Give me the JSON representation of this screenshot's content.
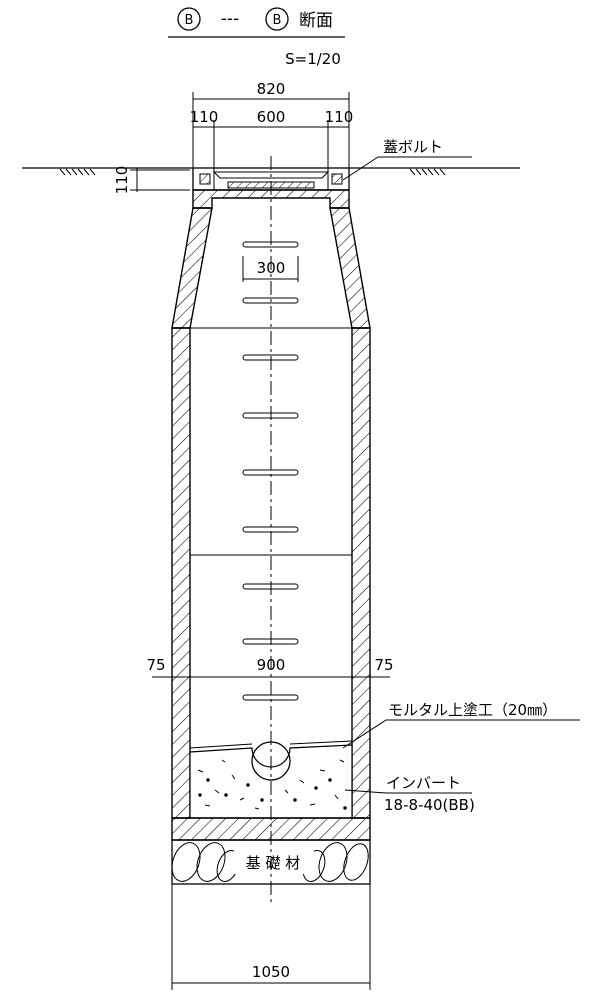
{
  "title": {
    "mark_left": "B",
    "dashes": "---",
    "mark_right": "B",
    "text": "断面",
    "scale": "S=1/20"
  },
  "dimensions": {
    "top_overall": "820",
    "left_wall": "110",
    "opening": "600",
    "right_wall": "110",
    "frame_height": "110",
    "rung_width": "300",
    "left_thickness": "75",
    "inner_width": "900",
    "right_thickness": "75",
    "base_width": "1050"
  },
  "labels": {
    "lid_bolt": "蓋ボルト",
    "mortar": "モルタル上塗工（20㎜）",
    "invert": "インバート",
    "invert_spec": "18-8-40(BB)",
    "foundation": "基 礎 材"
  }
}
